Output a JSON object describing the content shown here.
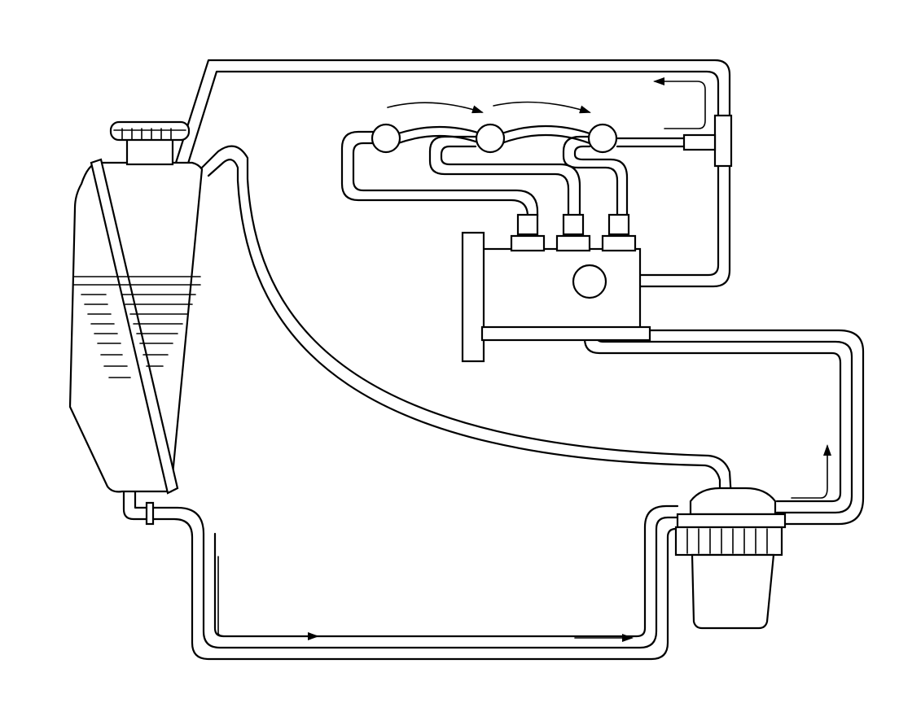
{
  "diagram": {
    "stroke_color": "#000000",
    "background_color": "#ffffff",
    "components": [
      {
        "id": "fuel-tank",
        "icon": "fuel-tank-icon"
      },
      {
        "id": "filler-cap",
        "icon": "filler-cap-icon"
      },
      {
        "id": "injection-pump",
        "icon": "injection-pump-icon"
      },
      {
        "id": "fuel-filter",
        "icon": "fuel-filter-icon"
      },
      {
        "id": "injectors",
        "count": 3,
        "icon": "injector-icon"
      },
      {
        "id": "tee-fitting",
        "icon": "tee-fitting-icon"
      }
    ],
    "flow_arrows": 6
  }
}
